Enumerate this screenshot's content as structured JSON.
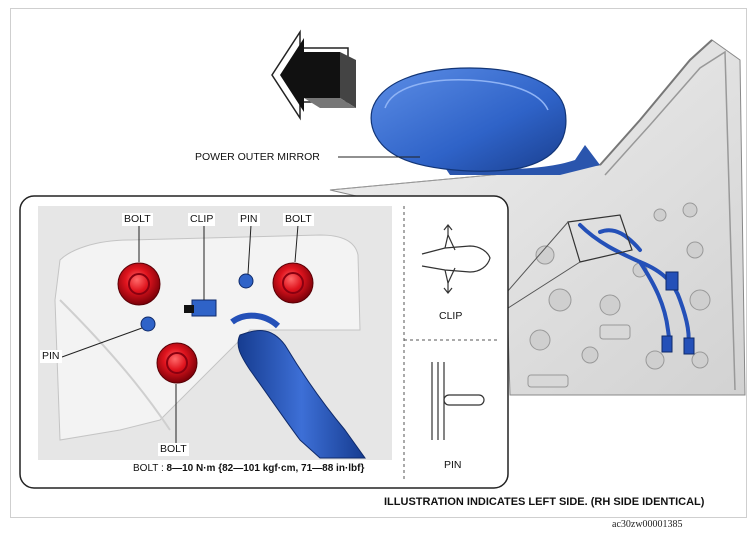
{
  "labels": {
    "mirror": "POWER OUTER MIRROR",
    "bolt_top_left": "BOLT",
    "clip": "CLIP",
    "pin_top": "PIN",
    "bolt_top_right": "BOLT",
    "pin_left": "PIN",
    "bolt_bottom": "BOLT",
    "legend_clip": "CLIP",
    "legend_pin": "PIN"
  },
  "torque": {
    "prefix": "BOLT : ",
    "value": "8—10 N·m {82—101 kgf·cm, 71—88 in·lbf}"
  },
  "note": "ILLUSTRATION INDICATES LEFT SIDE. (RH SIDE IDENTICAL)",
  "figure_code": "ac30zw00001385",
  "colors": {
    "mirror_blue": "#2f63c8",
    "bolt_red": "#e0141e",
    "harness_blue": "#2450b8",
    "panel_gray": "#e3e3e3"
  },
  "icons": [
    "direction-arrow-icon",
    "clip-symbol-icon",
    "pin-symbol-icon"
  ]
}
